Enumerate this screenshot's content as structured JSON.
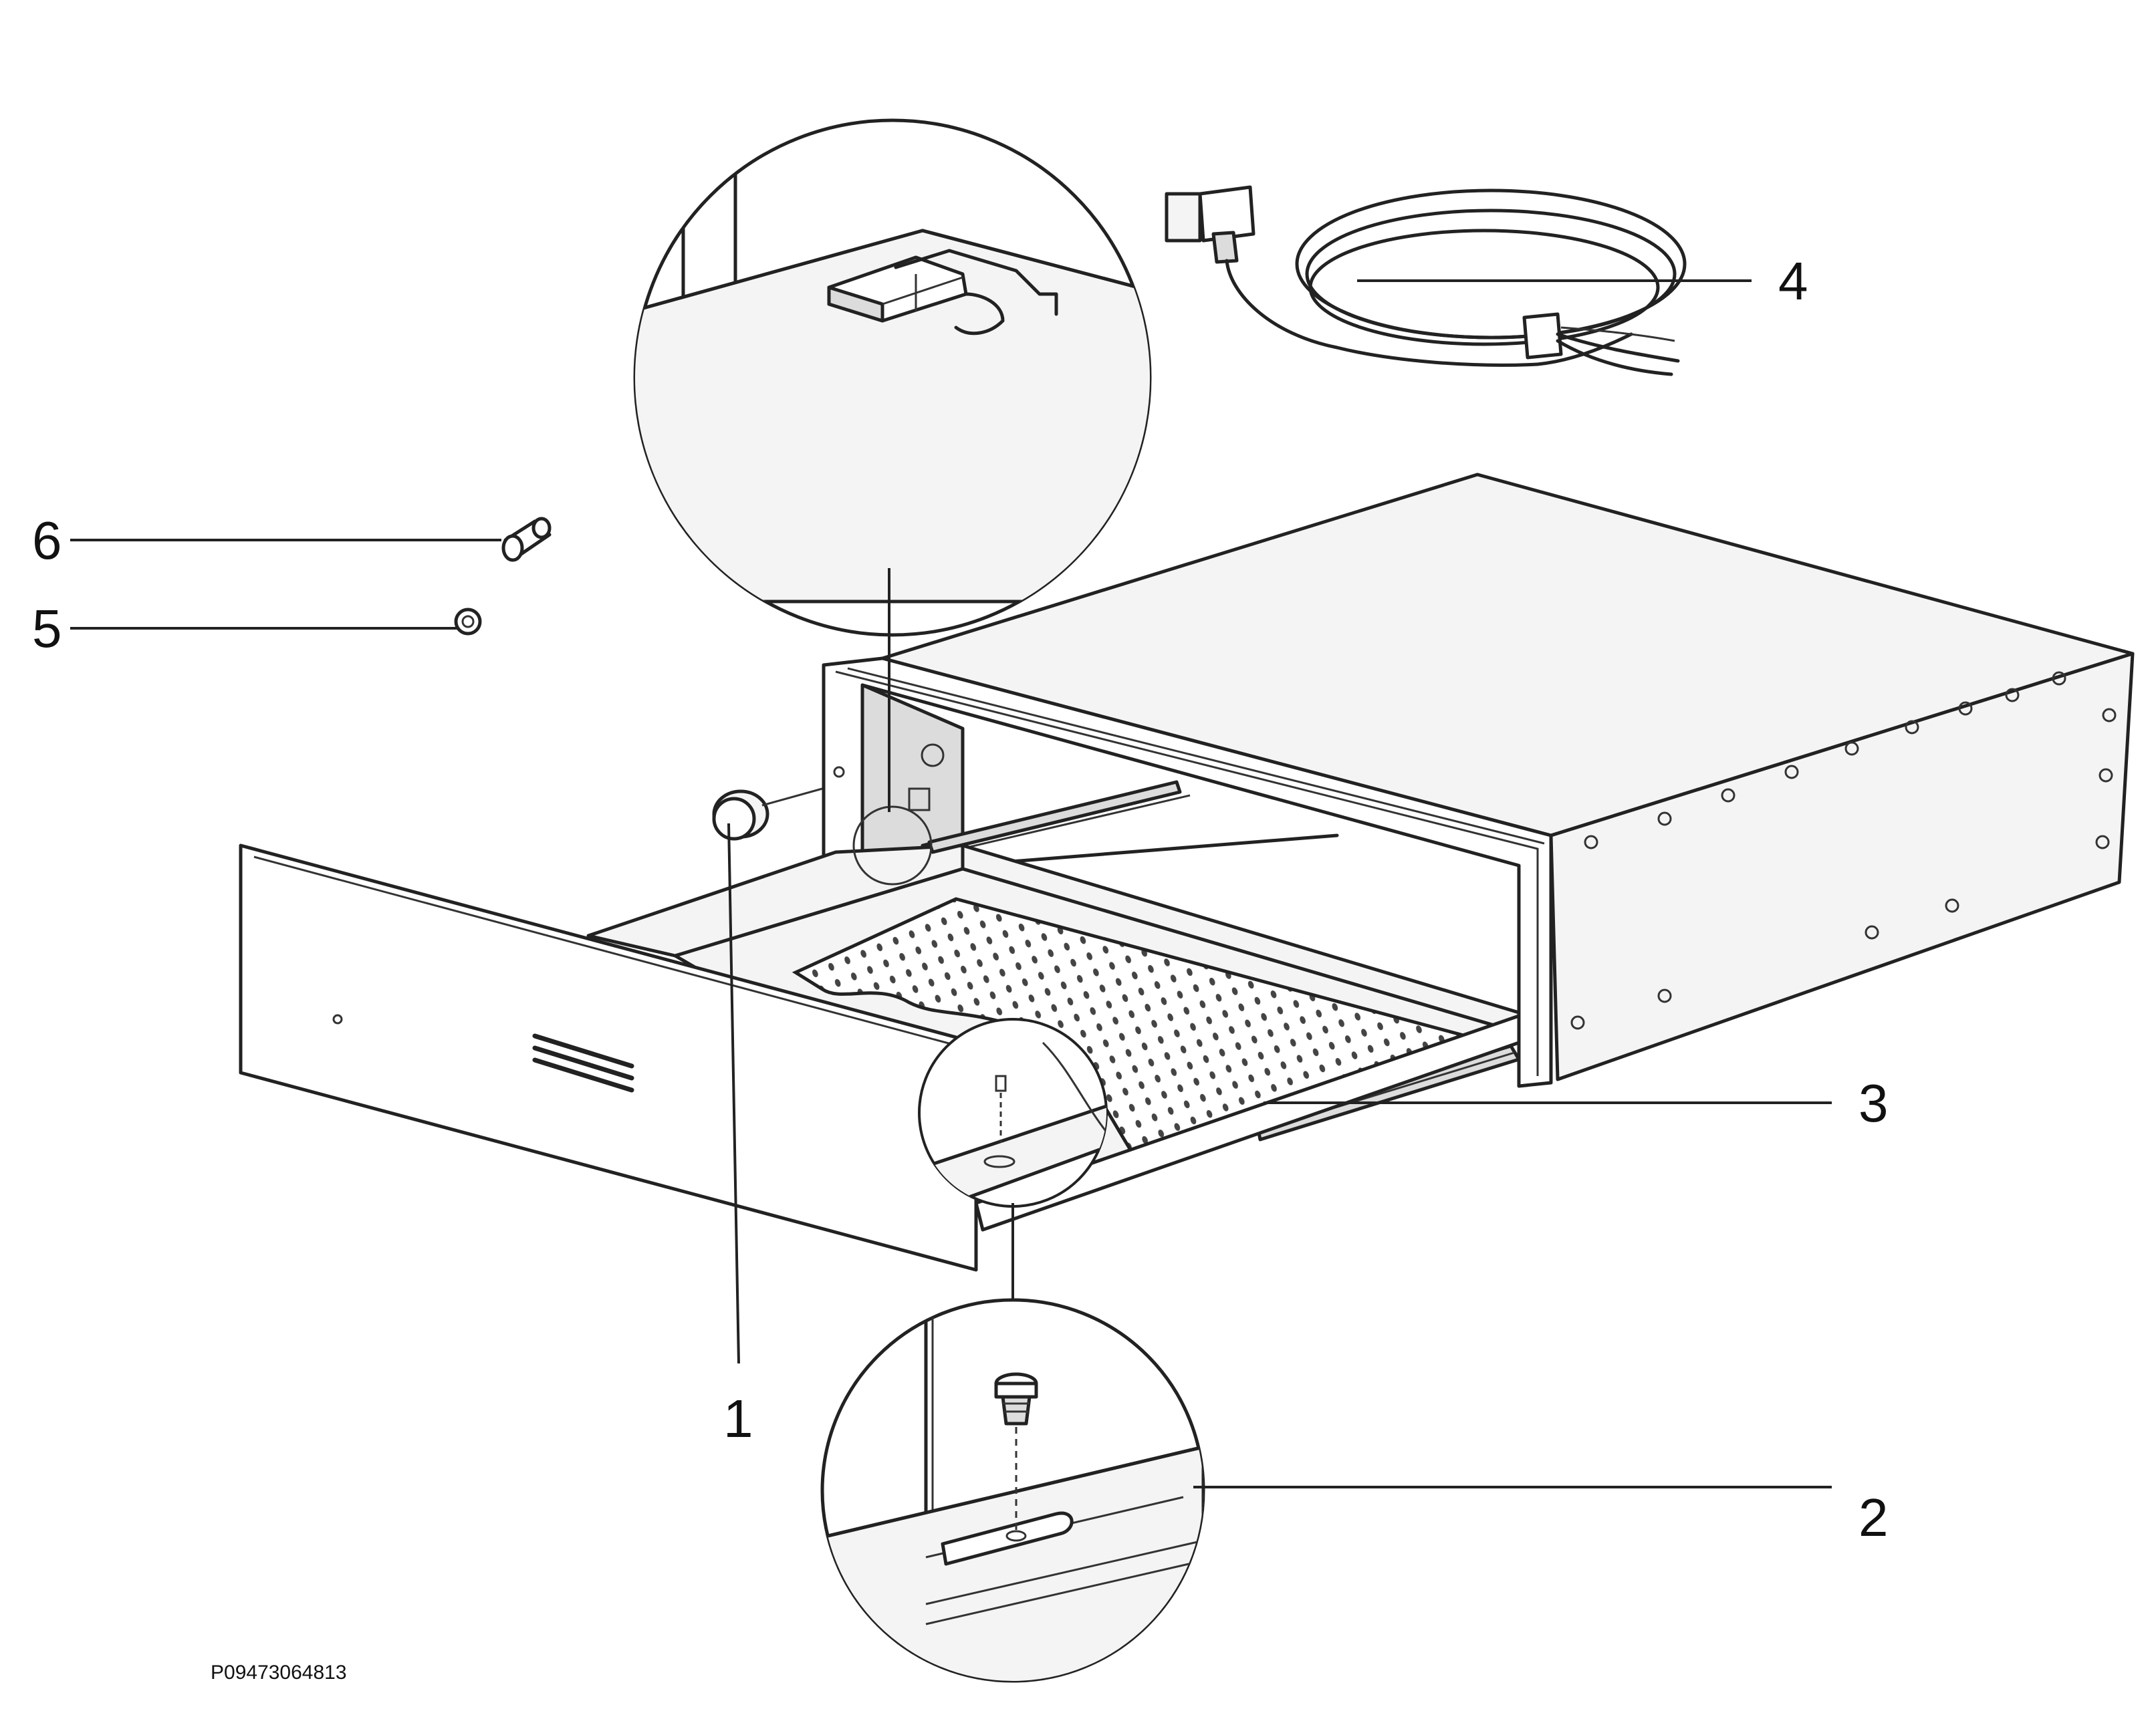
{
  "callouts": [
    {
      "id": "1",
      "label": "1",
      "part": "knob"
    },
    {
      "id": "2",
      "label": "2",
      "part": "screw-detail"
    },
    {
      "id": "3",
      "label": "3",
      "part": "slide-rail"
    },
    {
      "id": "4",
      "label": "4",
      "part": "power-cable"
    },
    {
      "id": "5",
      "label": "5",
      "part": "nut"
    },
    {
      "id": "6",
      "label": "6",
      "part": "spacer-pin"
    }
  ],
  "drawing_code": "P09473064813",
  "colors": {
    "line": "#222222",
    "background": "#ffffff",
    "panel": "#f4f4f4"
  }
}
